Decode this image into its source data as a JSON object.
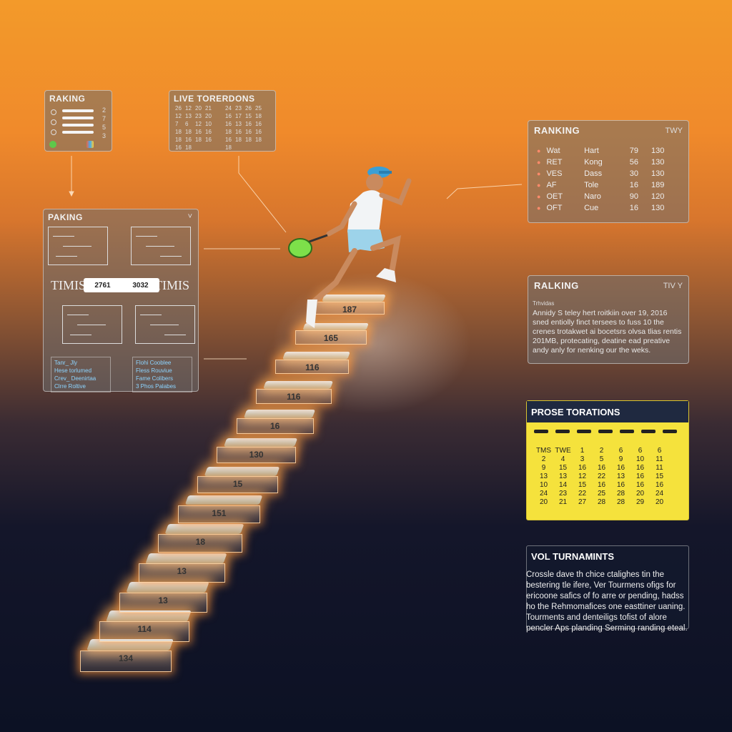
{
  "rank_small": {
    "title": "RAKING",
    "nums": [
      "2",
      "7",
      "5",
      "3"
    ]
  },
  "live_tour": {
    "title": "LIVE TORERDONS",
    "cells": [
      "26",
      "12",
      "20",
      "21",
      "",
      "24",
      "23",
      "26",
      "25",
      "12",
      "13",
      "23",
      "20",
      "",
      "16",
      "17",
      "15",
      "18",
      "7",
      "6",
      "12",
      "10",
      "",
      "16",
      "13",
      "16",
      "16",
      "18",
      "18",
      "16",
      "16",
      "",
      "18",
      "16",
      "16",
      "16",
      "18",
      "16",
      "18",
      "16",
      "",
      "16",
      "18",
      "18",
      "18",
      "16",
      "18",
      "",
      "",
      "",
      "18",
      "",
      "",
      ""
    ]
  },
  "bracket": {
    "title": "PAKING",
    "score_left": "2761",
    "score_right": "3032",
    "side_left": "TIMIS",
    "side_right": "TIMIS",
    "tbl_left": [
      "Tanr_ Jly",
      "Hese  torlumed",
      "Crev_ Deenirtaa",
      "Clrre  Roltive"
    ],
    "tbl_right": [
      "Flohi  Cooblee",
      "Fless  Rouviue",
      "Fame  Colibers",
      "3 Phos  Palabes"
    ]
  },
  "rank_right": {
    "title": "RANKING",
    "badge": "TWY",
    "rows": [
      {
        "a": "Wat",
        "b": "Hart",
        "c": "79",
        "d": "130"
      },
      {
        "a": "RET",
        "b": "Kong",
        "c": "56",
        "d": "130"
      },
      {
        "a": "VES",
        "b": "Dass",
        "c": "30",
        "d": "130"
      },
      {
        "a": "AF",
        "b": "Tole",
        "c": "16",
        "d": "189"
      },
      {
        "a": "OET",
        "b": "Naro",
        "c": "90",
        "d": "120"
      },
      {
        "a": "OFT",
        "b": "Cue",
        "c": "16",
        "d": "130"
      }
    ]
  },
  "ralking": {
    "title": "RALKING",
    "badge": "TIV Y",
    "sub": "Trhvidas",
    "body": "Annidy S teley hert roitkiin over 19, 2016 sned entiolly finct tersees to fuss 10 the crenes trotakwet ai bocetsrs olvsa tlias rentis 201MB, protecating, deatine ead preative andy anly for nenking our the weks."
  },
  "calendar": {
    "title": "PROSE TORATIONS",
    "cells": [
      "TMS",
      "TWE",
      "1",
      "2",
      "6",
      "6",
      "6",
      "",
      "2",
      "4",
      "3",
      "5",
      "9",
      "10",
      "11",
      "",
      "9",
      "15",
      "16",
      "16",
      "16",
      "16",
      "11",
      "",
      "13",
      "13",
      "12",
      "22",
      "13",
      "16",
      "15",
      "",
      "10",
      "14",
      "15",
      "16",
      "16",
      "16",
      "16",
      "",
      "24",
      "23",
      "22",
      "25",
      "28",
      "20",
      "24",
      "",
      "20",
      "21",
      "27",
      "28",
      "28",
      "29",
      "20",
      ""
    ]
  },
  "vol": {
    "title": "VOL TURNAMINTS",
    "text": "Crossle dave th chice ctalighes tin the bestering tle ifere, Ver Tourmens ofigs for ericoone safics of fo arre or pending, hadss ho the Rehmomafices one easttiner uaning. Tourments and denteiligs tofist of alore pencler Aps planding Serming randing eteal."
  },
  "stairs": [
    "134",
    "114",
    "13",
    "13",
    "18",
    "151",
    "15",
    "130",
    "16",
    "116",
    "116",
    "165",
    "187"
  ]
}
